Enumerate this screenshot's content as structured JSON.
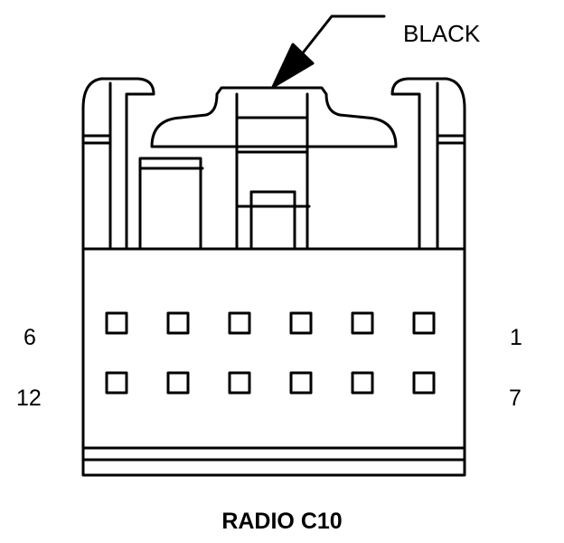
{
  "connector": {
    "title": "RADIO C10",
    "color_label": "BLACK",
    "pin_labels": {
      "top_left": "6",
      "top_right": "1",
      "bottom_left": "12",
      "bottom_right": "7"
    },
    "rows": 2,
    "pins_per_row": 6
  },
  "colors": {
    "line": "#000000",
    "background": "#ffffff"
  }
}
